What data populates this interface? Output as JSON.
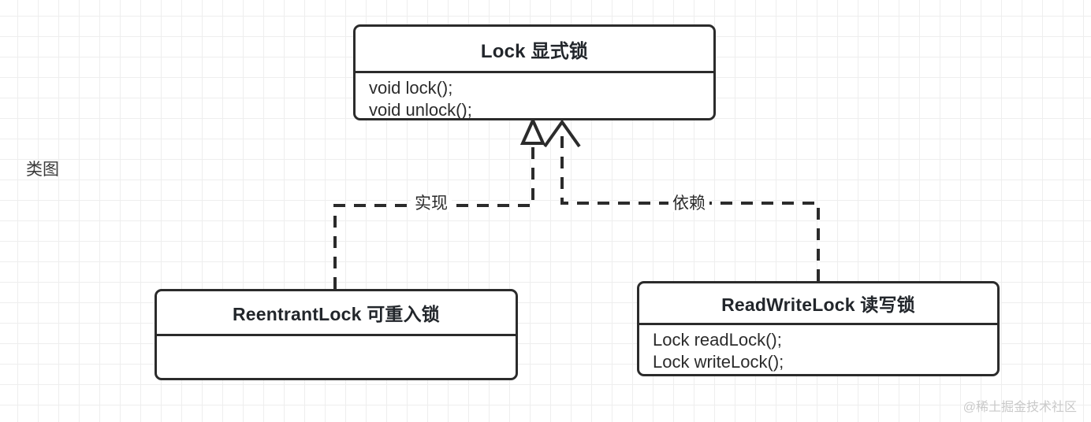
{
  "caption": "类图",
  "watermark": "@稀土掘金技术社区",
  "colors": {
    "stroke": "#2b2b2b",
    "box_fill": "#ffffff",
    "grid_minor": "#eeeeee",
    "grid_major": "#e2e2e2",
    "text": "#22262b",
    "watermark": "#c9c9c9"
  },
  "classes": {
    "lock": {
      "title": "Lock 显式锁",
      "members": [
        "void lock();",
        "void unlock();"
      ]
    },
    "reentrant_lock": {
      "title": "ReentrantLock 可重入锁",
      "members": []
    },
    "read_write_lock": {
      "title": "ReadWriteLock 读写锁",
      "members": [
        "Lock readLock();",
        "Lock writeLock();"
      ]
    }
  },
  "edges": {
    "realization": {
      "label": "实现",
      "from": "ReentrantLock 可重入锁",
      "to": "Lock 显式锁",
      "line_style": "dashed",
      "arrowhead": "hollow-triangle"
    },
    "dependency": {
      "label": "依赖",
      "from": "ReadWriteLock 读写锁",
      "to": "Lock 显式锁",
      "line_style": "dashed",
      "arrowhead": "open-v"
    }
  }
}
